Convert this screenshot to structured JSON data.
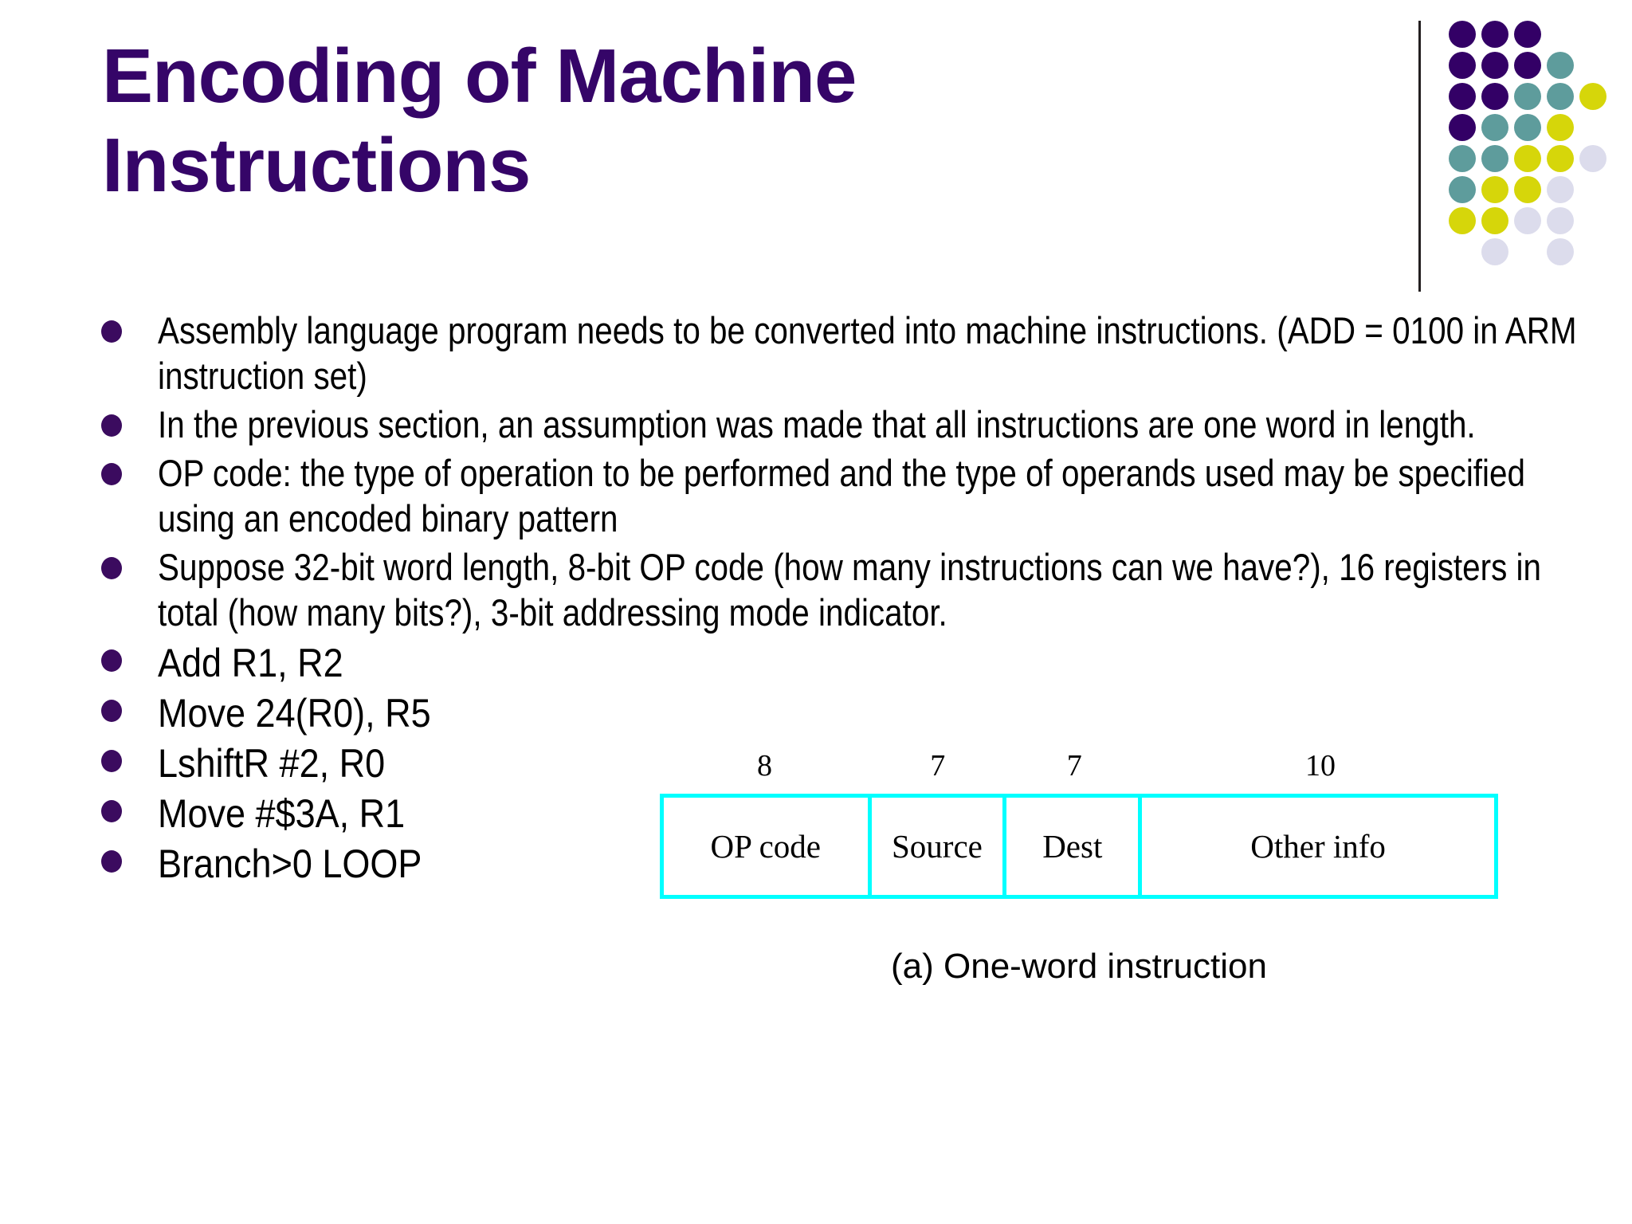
{
  "slide": {
    "title_lines": [
      "Encoding of Machine",
      "Instructions"
    ],
    "title_color": "#350568",
    "background_color": "#ffffff"
  },
  "logo": {
    "name": "dot-matrix-logo",
    "colors": {
      "purple": "#330066",
      "teal": "#5E9C9C",
      "yellow": "#D6D60A",
      "lavender": "#DCDCEC",
      "rule": "#231f20"
    },
    "grid": [
      [
        "purple",
        "purple",
        "purple",
        "",
        ""
      ],
      [
        "purple",
        "purple",
        "purple",
        "teal",
        ""
      ],
      [
        "purple",
        "purple",
        "teal",
        "teal",
        "yellow"
      ],
      [
        "purple",
        "teal",
        "teal",
        "yellow",
        ""
      ],
      [
        "teal",
        "teal",
        "yellow",
        "yellow",
        "lavender"
      ],
      [
        "teal",
        "yellow",
        "yellow",
        "lavender",
        ""
      ],
      [
        "yellow",
        "yellow",
        "lavender",
        "lavender",
        ""
      ],
      [
        "",
        "lavender",
        "",
        "lavender",
        ""
      ]
    ]
  },
  "bullets": {
    "color": "#3b0b5f",
    "paragraphs": [
      "Assembly language program needs to be converted into machine instructions. (ADD = 0100 in ARM instruction set)",
      "In the previous section, an assumption was made that all instructions are one word in length.",
      "OP code: the type of operation to be performed and the type of operands used may be specified using an encoded binary pattern",
      "Suppose 32-bit word length, 8-bit OP code (how many instructions can we have?), 16 registers in total (how many bits?), 3-bit addressing mode indicator."
    ],
    "instructions": [
      "Add  R1, R2",
      "Move  24(R0), R5",
      "LshiftR  #2, R0",
      "Move  #$3A, R1",
      "Branch>0  LOOP"
    ]
  },
  "format_diagram": {
    "border_color": "#00ffff",
    "caption": "(a) One-word instruction",
    "fields": [
      {
        "bits": "8",
        "label": "OP code",
        "width_pct": 25.0
      },
      {
        "bits": "7",
        "label": "Source",
        "width_pct": 16.3
      },
      {
        "bits": "7",
        "label": "Dest",
        "width_pct": 16.3
      },
      {
        "bits": "10",
        "label": "Other info",
        "width_pct": 42.4
      }
    ]
  }
}
